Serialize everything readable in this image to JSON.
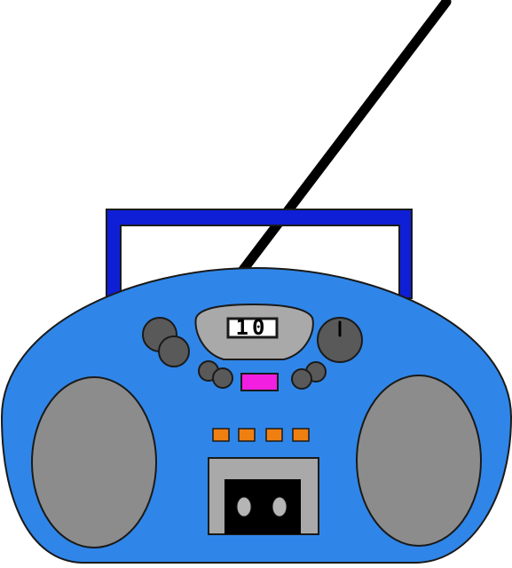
{
  "boombox": {
    "display": {
      "text": "10"
    },
    "colors": {
      "body": "#2f86e8",
      "outline": "#1a1a1a",
      "handle": "#0f1fd6",
      "speaker": "#8c8c8c",
      "panel": "#a9a9a9",
      "knob": "#595959",
      "preset_button": "#f07f12",
      "function_button": "#f21ee0",
      "cassette_window": "#000000",
      "cassette_reel": "#b5b5b5",
      "antenna": "#000000",
      "display_bg": "#ffffff"
    },
    "icons": {
      "antenna": "antenna-icon",
      "handle": "handle-icon",
      "left_speaker": "speaker-icon",
      "right_speaker": "speaker-icon",
      "cassette": "cassette-icon"
    },
    "preset_buttons": [
      "preset-1",
      "preset-2",
      "preset-3",
      "preset-4"
    ]
  }
}
